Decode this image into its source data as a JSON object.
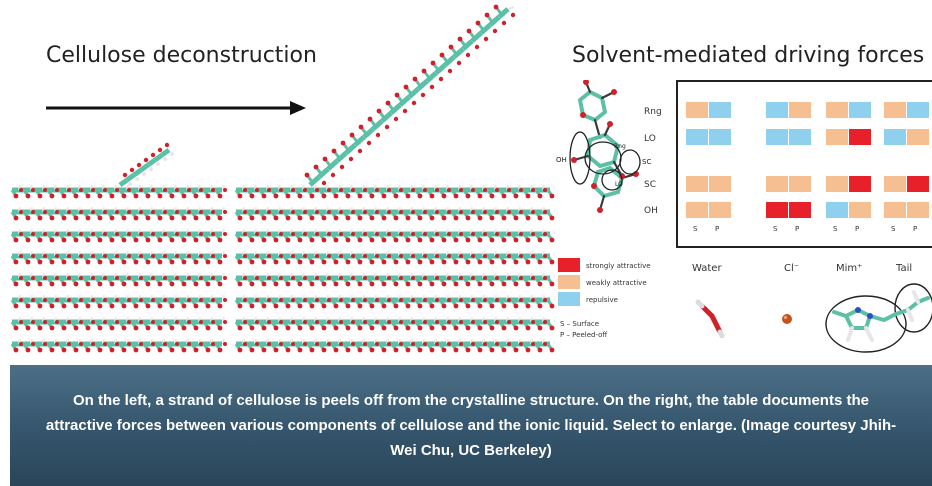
{
  "figure": {
    "title_left": "Cellulose deconstruction",
    "title_right": "Solvent-mediated driving forces",
    "row_labels": [
      "Rng",
      "LO",
      "SC",
      "OH"
    ],
    "col_sp": [
      "S",
      "P"
    ],
    "groups": [
      "Water",
      "Cl⁻",
      "Mim⁺",
      "Tail"
    ],
    "molecule_labels": {
      "oh": "OH",
      "rng": "Rng",
      "sc": "SC",
      "lo": "LO"
    },
    "legend": [
      {
        "label": "strongly attractive",
        "color": "#e8202a"
      },
      {
        "label": "weakly attractive",
        "color": "#f5bf92"
      },
      {
        "label": "repulsive",
        "color": "#8fd0ee"
      }
    ],
    "legend_notes": [
      "S – Surface",
      "P – Peeled-off"
    ],
    "cells": [
      [
        [
          "w",
          "r"
        ],
        [
          "r",
          "w"
        ],
        [
          "w",
          "r"
        ],
        [
          "w",
          "r"
        ]
      ],
      [
        [
          "r",
          "r"
        ],
        [
          "r",
          "r"
        ],
        [
          "w",
          "s"
        ],
        [
          "r",
          "w"
        ]
      ],
      [
        [
          "w",
          "w"
        ],
        [
          "w",
          "w"
        ],
        [
          "w",
          "s"
        ],
        [
          "w",
          "s"
        ]
      ],
      [
        [
          "w",
          "w"
        ],
        [
          "s",
          "s"
        ],
        [
          "r",
          "w"
        ],
        [
          "w",
          "w"
        ]
      ]
    ],
    "colors": {
      "strong": "#e8202a",
      "weak": "#f5bf92",
      "repulsive": "#8fd0ee",
      "carbon": "#5cc0a6",
      "oxygen": "#d0202a",
      "hydrogen": "#e6e6e6",
      "bond": "#3a3a3a"
    },
    "icons": [
      "arrow-right-icon",
      "water-molecule-icon",
      "chloride-ion-icon",
      "imidazolium-icon"
    ]
  },
  "caption": {
    "text": "On the left, a strand of cellulose is peels off from the crystalline structure. On the right, the table documents the attractive forces between various components of cellulose and the ionic liquid. Select to enlarge. (Image courtesy Jhih-Wei Chu, UC Berkeley)"
  }
}
